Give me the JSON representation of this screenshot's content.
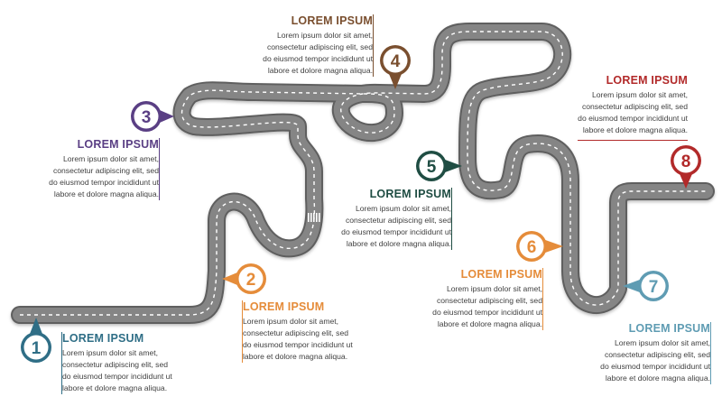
{
  "steps": [
    {
      "number": "1",
      "title": "LOREM IPSUM",
      "lines": [
        "Lorem ipsum dolor sit amet,",
        "consectetur adipiscing elit, sed",
        "do eiusmod tempor incididunt ut",
        "labore et dolore magna aliqua."
      ],
      "color": "#2f6e86"
    },
    {
      "number": "2",
      "title": "LOREM IPSUM",
      "lines": [
        "Lorem ipsum dolor sit amet,",
        "consectetur adipiscing elit, sed",
        "do eiusmod tempor incididunt ut",
        "labore et dolore magna aliqua."
      ],
      "color": "#e58c3a"
    },
    {
      "number": "3",
      "title": "LOREM IPSUM",
      "lines": [
        "Lorem ipsum dolor sit amet,",
        "consectetur adipiscing elit, sed",
        "do eiusmod tempor incididunt ut",
        "labore et dolore magna aliqua."
      ],
      "color": "#5a3f84"
    },
    {
      "number": "4",
      "title": "LOREM IPSUM",
      "lines": [
        "Lorem ipsum dolor sit amet,",
        "consectetur adipiscing elit, sed",
        "do eiusmod tempor incididunt ut",
        "labore et dolore magna aliqua."
      ],
      "color": "#7a4f2f"
    },
    {
      "number": "5",
      "title": "LOREM IPSUM",
      "lines": [
        "Lorem ipsum dolor sit amet,",
        "consectetur adipiscing elit, sed",
        "do eiusmod tempor incididunt ut",
        "labore et dolore magna aliqua."
      ],
      "color": "#1f4d43"
    },
    {
      "number": "6",
      "title": "LOREM IPSUM",
      "lines": [
        "Lorem ipsum dolor sit amet,",
        "consectetur adipiscing elit, sed",
        "do eiusmod tempor incididunt ut",
        "labore et dolore magna aliqua."
      ],
      "color": "#e58c3a"
    },
    {
      "number": "7",
      "title": "LOREM IPSUM",
      "lines": [
        "Lorem ipsum dolor sit amet,",
        "consectetur adipiscing elit, sed",
        "do eiusmod tempor incididunt ut",
        "labore et dolore magna aliqua."
      ],
      "color": "#5f9cb3"
    },
    {
      "number": "8",
      "title": "LOREM IPSUM",
      "lines": [
        "Lorem ipsum dolor sit amet,",
        "consectetur adipiscing elit, sed",
        "do eiusmod tempor incididunt ut",
        "labore et dolore magna aliqua."
      ],
      "color": "#b22a2a"
    }
  ],
  "road": {
    "asphalt_color": "#858585",
    "edge_color": "#5e5e5e",
    "lane_color": "#ffffff"
  }
}
